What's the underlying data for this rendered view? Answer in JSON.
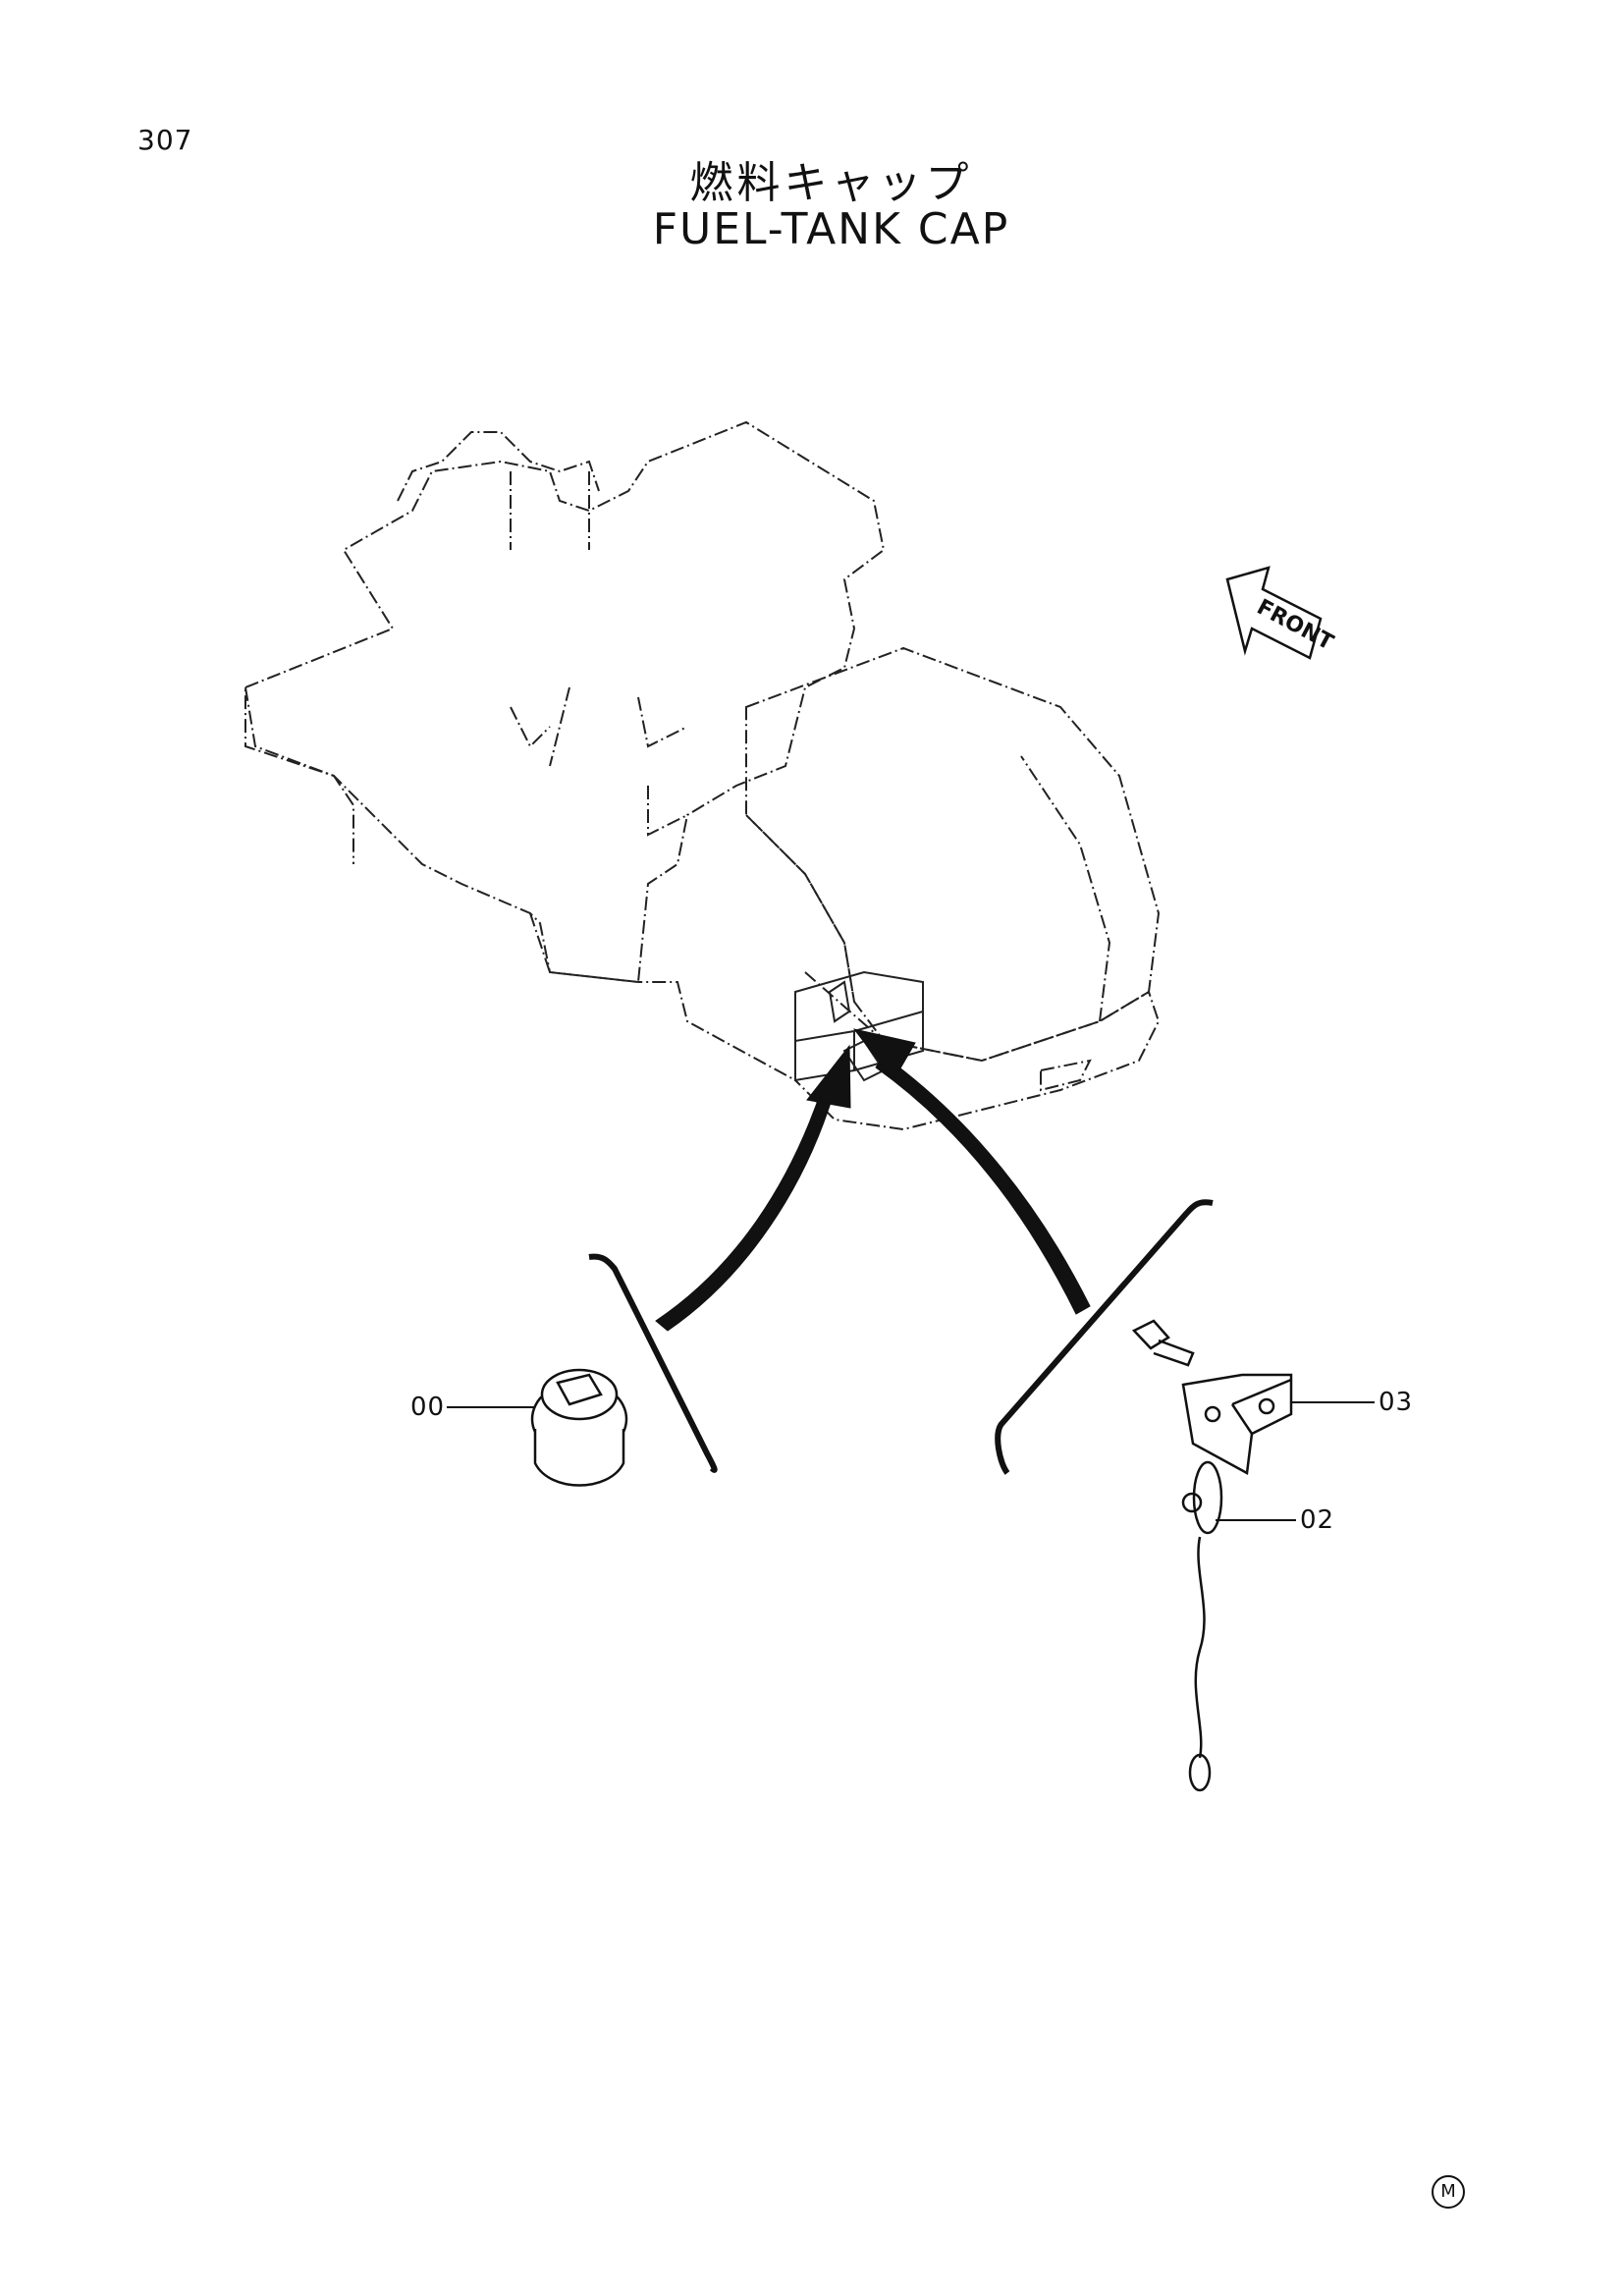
{
  "page_number": "307",
  "title_jp": "燃料キャップ",
  "title_en": "FUEL-TANK  CAP",
  "front_label": "FRONT",
  "callouts": {
    "cap": "00",
    "bracket": "03",
    "cord": "02"
  },
  "corner_mark": "M"
}
